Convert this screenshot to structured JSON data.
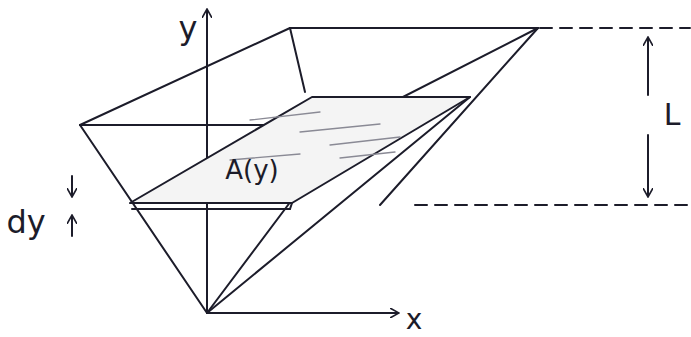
{
  "diagram": {
    "labels": [
      "y",
      "x",
      "A(y)",
      "dy",
      "L"
    ]
  }
}
